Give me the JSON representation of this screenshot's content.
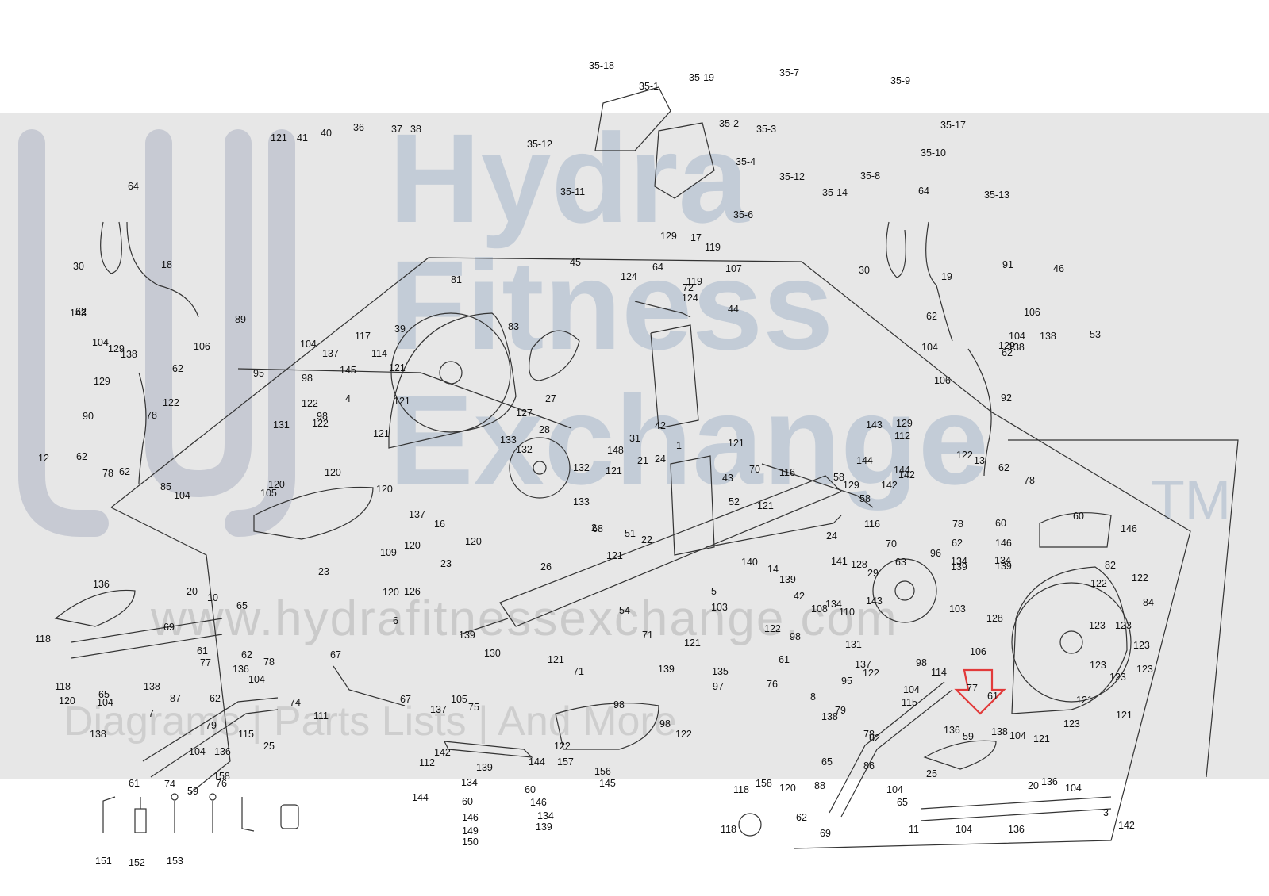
{
  "watermark": {
    "brand_line1": "Hydra",
    "brand_line2": "Fitness",
    "brand_line3": "Exchange",
    "trademark": "TM",
    "url": "www.hydrafitnessexchange.com",
    "tagline": "Diagrams | Parts Lists | And More"
  },
  "highlight": {
    "color": "#e23a3a",
    "part": "61"
  },
  "colors": {
    "band": "#e7e7e7",
    "line": "#333333",
    "watermark": "#96aac3"
  },
  "labels": [
    "35-18",
    "35-1",
    "35-19",
    "35-7",
    "35-9",
    "35-12",
    "35-2",
    "35-3",
    "35-17",
    "35-4",
    "35-12",
    "35-10",
    "35-11",
    "35-8",
    "35-13",
    "35-6",
    "35-14",
    "121",
    "41",
    "40",
    "36",
    "37",
    "38",
    "64",
    "30",
    "18",
    "64",
    "30",
    "19",
    "46",
    "91",
    "53",
    "129",
    "17",
    "119",
    "107",
    "45",
    "124",
    "64",
    "72",
    "119",
    "124",
    "44",
    "81",
    "83",
    "39",
    "117",
    "114",
    "104",
    "137",
    "145",
    "95",
    "98",
    "122",
    "4",
    "98",
    "122",
    "121",
    "131",
    "121",
    "121",
    "28",
    "27",
    "127",
    "133",
    "132",
    "132",
    "133",
    "148",
    "31",
    "21",
    "24",
    "121",
    "42",
    "1",
    "121",
    "43",
    "70",
    "116",
    "58",
    "112",
    "142",
    "144",
    "142",
    "144",
    "129",
    "58",
    "116",
    "70",
    "52",
    "121",
    "51",
    "22",
    "68",
    "121",
    "2",
    "24",
    "141",
    "128",
    "29",
    "63",
    "96",
    "120",
    "120",
    "120",
    "105",
    "137",
    "16",
    "120",
    "120",
    "23",
    "23",
    "120",
    "109",
    "126",
    "26",
    "140",
    "14",
    "139",
    "42",
    "108",
    "134",
    "110",
    "5",
    "103",
    "103",
    "128",
    "106",
    "143",
    "106",
    "62",
    "138",
    "104",
    "129",
    "62",
    "138",
    "104",
    "106",
    "143",
    "129",
    "92",
    "122",
    "13",
    "62",
    "78",
    "78",
    "62",
    "134",
    "139",
    "60",
    "146",
    "134",
    "139",
    "60",
    "146",
    "82",
    "122",
    "122",
    "84",
    "123",
    "123",
    "123",
    "123",
    "123",
    "123",
    "121",
    "121",
    "121",
    "123",
    "77",
    "61",
    "138",
    "104",
    "89",
    "104",
    "106",
    "143",
    "62",
    "138",
    "129",
    "129",
    "62",
    "122",
    "90",
    "12",
    "62",
    "78",
    "78",
    "62",
    "85",
    "104",
    "136",
    "20",
    "10",
    "65",
    "69",
    "118",
    "118",
    "120",
    "65",
    "104",
    "138",
    "61",
    "77",
    "136",
    "104",
    "62",
    "78",
    "7",
    "87",
    "62",
    "138",
    "115",
    "79",
    "25",
    "136",
    "104",
    "158",
    "59",
    "76",
    "61",
    "74",
    "74",
    "111",
    "67",
    "67",
    "6",
    "139",
    "130",
    "137",
    "105",
    "75",
    "121",
    "71",
    "54",
    "71",
    "121",
    "139",
    "135",
    "97",
    "98",
    "122",
    "98",
    "122",
    "157",
    "156",
    "145",
    "122",
    "98",
    "61",
    "131",
    "122",
    "98",
    "76",
    "95",
    "137",
    "114",
    "104",
    "8",
    "138",
    "79",
    "115",
    "62",
    "78",
    "65",
    "86",
    "104",
    "136",
    "25",
    "59",
    "158",
    "120",
    "88",
    "62",
    "69",
    "118",
    "118",
    "65",
    "11",
    "104",
    "136",
    "20",
    "136",
    "104",
    "3",
    "142",
    "144",
    "112",
    "142",
    "144",
    "134",
    "139",
    "60",
    "146",
    "134",
    "139",
    "60",
    "146",
    "149",
    "150",
    "151",
    "152",
    "153"
  ]
}
